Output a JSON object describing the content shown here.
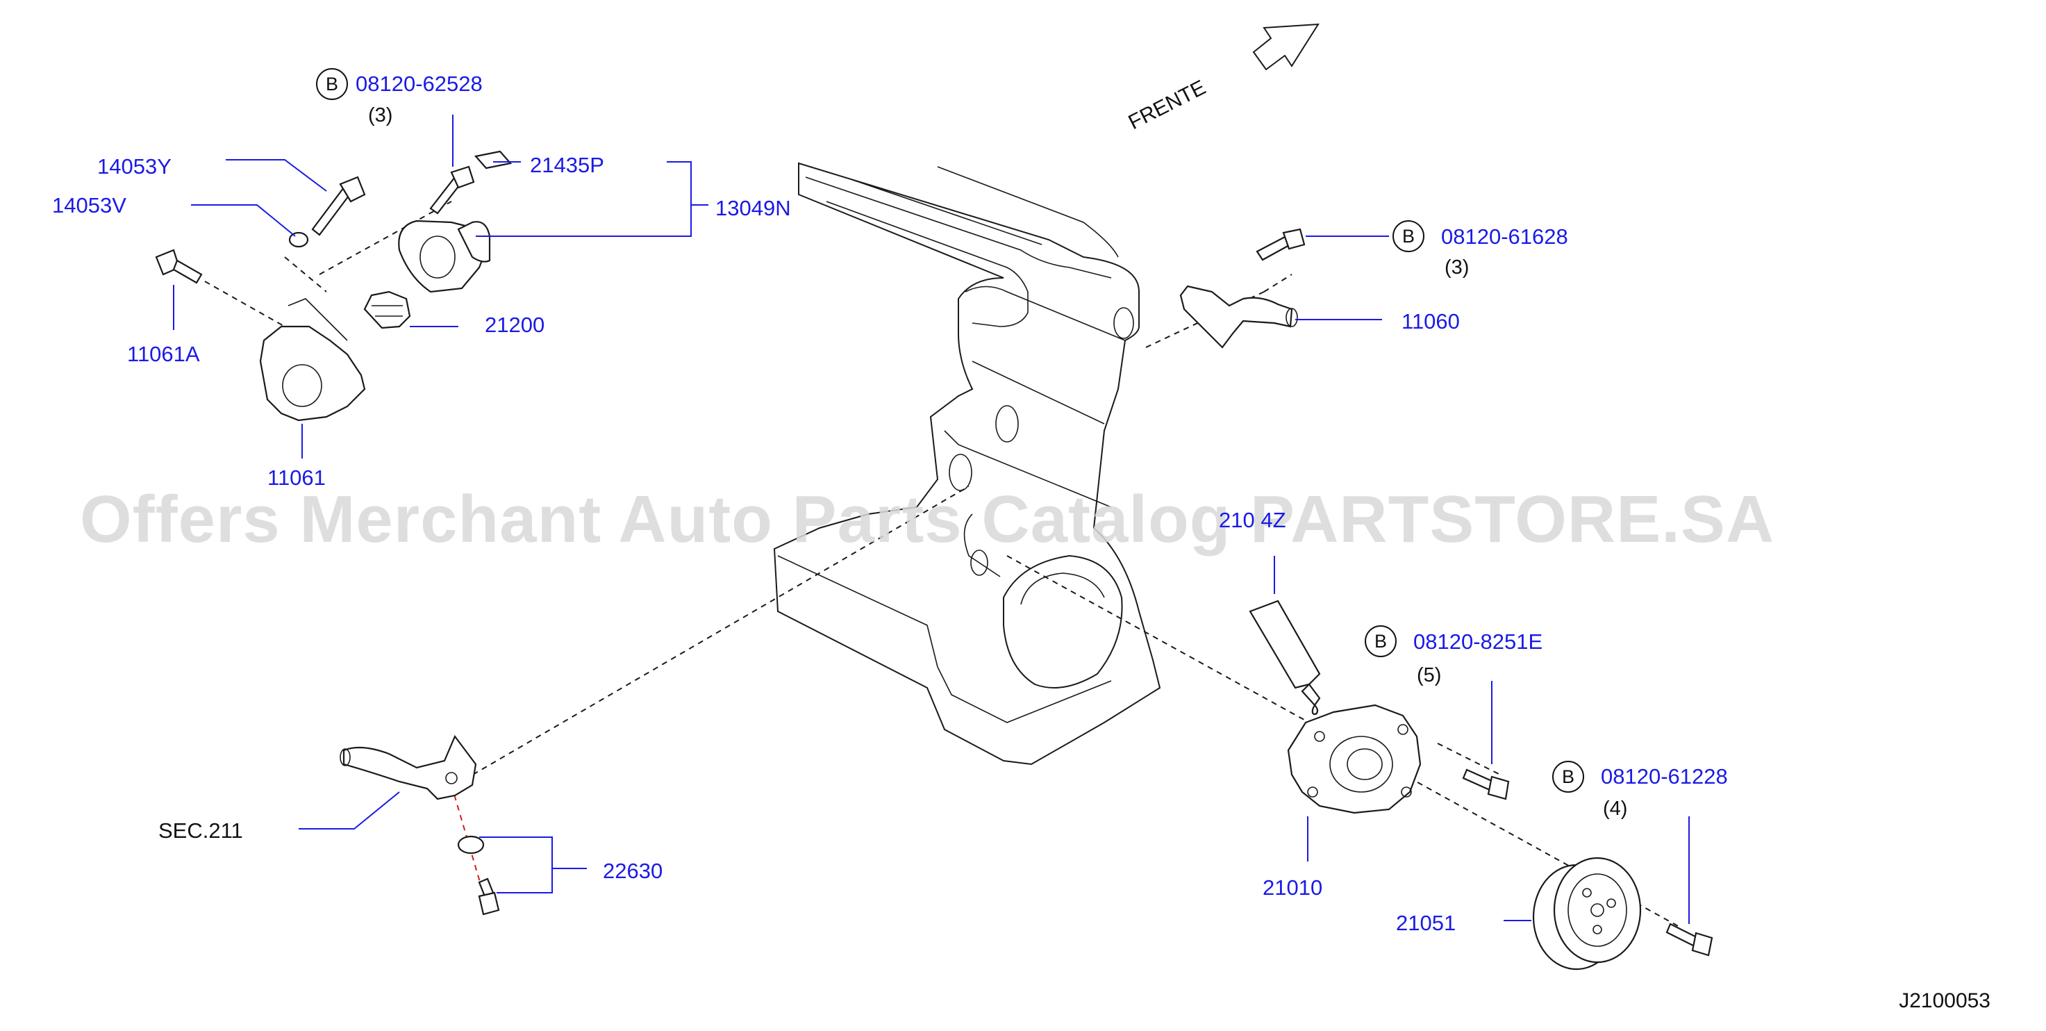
{
  "direction_label": "FRENTE",
  "watermark": "Offers Merchant Auto Parts Catalog PARTSTORE.SA",
  "diagram_code": "J2100053",
  "bolt_marker": "B",
  "labels": {
    "p_08120_62528": "08120-62528",
    "q_08120_62528": "(3)",
    "p_14053Y": "14053Y",
    "p_14053V": "14053V",
    "p_21435P": "21435P",
    "p_13049N": "13049N",
    "p_21200": "21200",
    "p_11061A": "11061A",
    "p_11061": "11061",
    "p_08120_61628": "08120-61628",
    "q_08120_61628": "(3)",
    "p_11060": "11060",
    "p_21014Z": "210 4Z",
    "p_08120_8251E": "08120-8251E",
    "q_08120_8251E": "(5)",
    "p_08120_61228": "08120-61228",
    "q_08120_61228": "(4)",
    "p_21010": "21010",
    "p_21051": "21051",
    "p_SEC211": "SEC.211",
    "p_22630": "22630"
  }
}
